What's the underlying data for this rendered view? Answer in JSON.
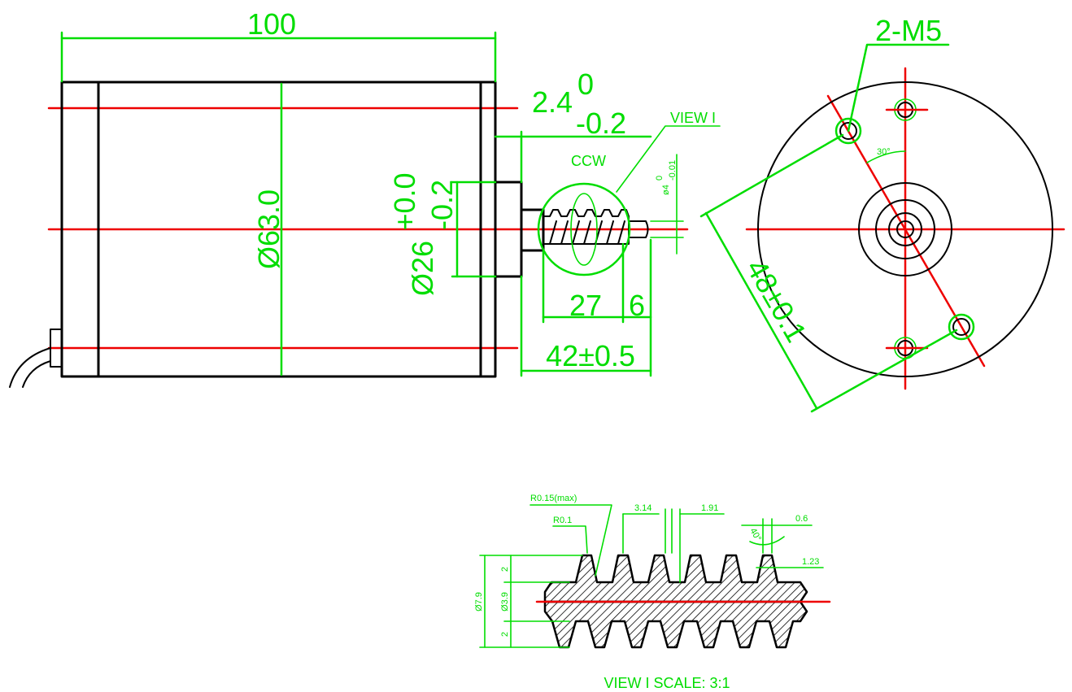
{
  "side_view": {
    "dim_length": "100",
    "dim_body_dia": "Ø63.0",
    "dim_tol_upper_base": "2.4",
    "dim_tol_upper_zero": "0",
    "dim_tol_lower": "-0.2",
    "dim_view_label": "VIEW I",
    "dim_rotation": "CCW",
    "dim_pilot_dia": "Ø26",
    "dim_pilot_tol_upper": "+0.0",
    "dim_pilot_tol_lower": "-0.2",
    "dim_shaft_dia": "ø4",
    "dim_shaft_tol_upper": "0",
    "dim_shaft_tol_lower": "-0.01",
    "dim_worm_len": "27",
    "dim_tip_len": "6",
    "dim_shaft_total": "42±0.5"
  },
  "end_view": {
    "holes_label": "2-M5",
    "angle_label": "30°",
    "dim_hole_spacing": "48±0.1"
  },
  "detail_view": {
    "r_max": "R0.15(max)",
    "r_min": "R0.1",
    "pitch": "3.14",
    "tooth_width": "1.91",
    "top_land": "0.6",
    "angle": "40°",
    "root_width": "1.23",
    "outer_dia": "Ø7.9",
    "root_dia": "Ø3.9",
    "addendum": "2",
    "dedendum": "2",
    "caption": "VIEW I  SCALE: 3:1"
  },
  "colors": {
    "geometry": "#000000",
    "dimension": "#00dd00",
    "centerline": "#ee0000"
  }
}
